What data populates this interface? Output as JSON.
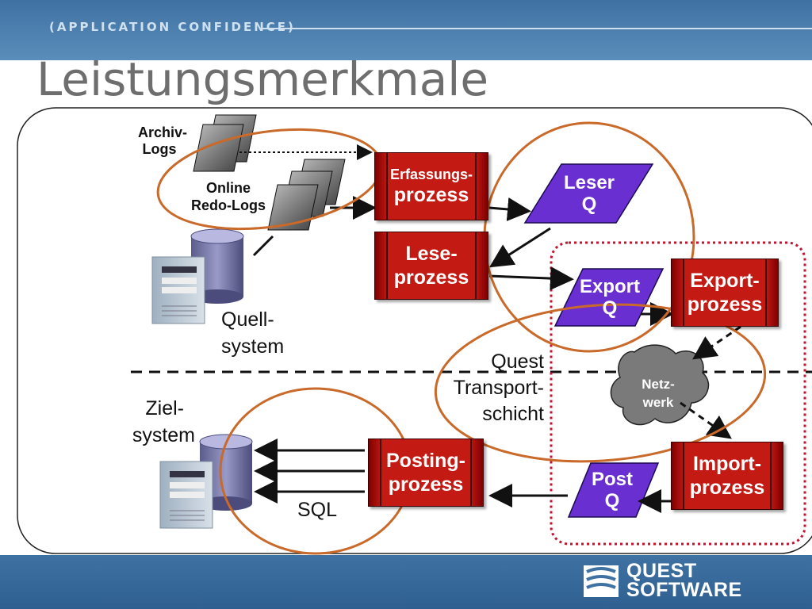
{
  "header": {
    "tagline": "(APPLICATION CONFIDENCE)",
    "title": "Leistungsmerkmale"
  },
  "labels": {
    "archiv_logs": [
      "Archiv-",
      "Logs"
    ],
    "online_redo_logs": [
      "Online",
      "Redo-Logs"
    ],
    "quell_system": [
      "Quell-",
      "system"
    ],
    "ziel_system": [
      "Ziel-",
      "system"
    ],
    "quest_transport": [
      "Quest",
      "Transport-",
      "schicht"
    ],
    "sql": "SQL",
    "netzwerk": [
      "Netz-",
      "werk"
    ]
  },
  "processes": {
    "erfassung": [
      "Erfassungs-",
      "prozess"
    ],
    "lese": [
      "Lese-",
      "prozess"
    ],
    "export": [
      "Export-",
      "prozess"
    ],
    "import": [
      "Import-",
      "prozess"
    ],
    "posting": [
      "Posting-",
      "prozess"
    ]
  },
  "queues": {
    "leser": [
      "Leser",
      "Q"
    ],
    "export": [
      "Export",
      "Q"
    ],
    "post": [
      "Post",
      "Q"
    ]
  },
  "footer": {
    "logo": [
      "QUEST",
      "SOFTWARE"
    ]
  },
  "colors": {
    "process_red": "#c41a14",
    "queue_purple": "#6a2fd0",
    "highlight_orange": "#c9692a",
    "dotted_red": "#c8102e",
    "brand_blue": "#3f72a3"
  }
}
